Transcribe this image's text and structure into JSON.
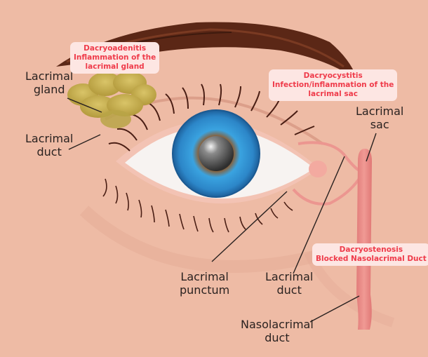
{
  "diagram": {
    "subject": "Eye and lacrimal (tear) system",
    "colors": {
      "skin": "#eebba5",
      "callout_bg": "#fde6e3",
      "callout_text": "#ef3b4a",
      "label_text": "#2a2220",
      "iris": "#2f8fd0",
      "gland": "#c9b24e",
      "duct": "#e98a86",
      "brow": "#5b2716"
    },
    "labels": {
      "lacrimal_gland": [
        "Lacrimal",
        "gland"
      ],
      "lacrimal_duct_upper": [
        "Lacrimal",
        "duct"
      ],
      "lacrimal_sac": [
        "Lacrimal",
        "sac"
      ],
      "lacrimal_punctum": [
        "Lacrimal",
        "punctum"
      ],
      "lacrimal_duct_lower": [
        "Lacrimal",
        "duct"
      ],
      "nasolacrimal_duct": [
        "Nasolacrimal",
        "duct"
      ]
    },
    "callouts": {
      "dacryoadenitis": [
        "Dacryoadenitis",
        "Inflammation of the",
        "lacrimal gland"
      ],
      "dacryocystitis": [
        "Dacryocystitis",
        "Infection/inflammation of the",
        "lacrimal sac"
      ],
      "dacryostenosis": [
        "Dacryostenosis",
        "Blocked Nasolacrimal Duct"
      ]
    }
  }
}
